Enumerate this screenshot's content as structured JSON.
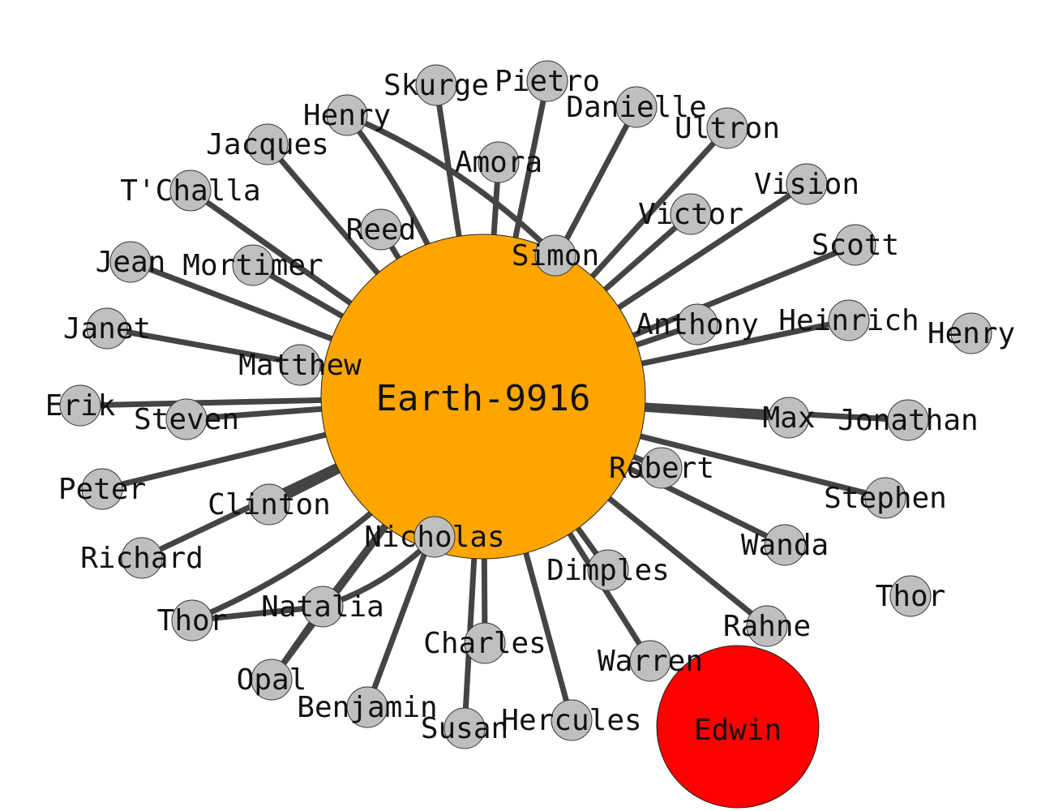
{
  "graph": {
    "hub": {
      "label": "Earth-9916",
      "color": "#FFA500"
    },
    "secondary": {
      "label": "Edwin",
      "color": "#FF0000"
    },
    "node_color": "#BFBFBF",
    "edge_color": "#444444",
    "nodes": [
      "Skurge",
      "Pietro",
      "Henry",
      "Danielle",
      "Ultron",
      "Jacques",
      "Amora",
      "Vision",
      "T'Challa",
      "Victor",
      "Reed",
      "Scott",
      "Jean",
      "Mortimer",
      "Simon",
      "Janet",
      "Anthony",
      "Heinrich",
      "Henry",
      "Matthew",
      "Erik",
      "Steven",
      "Max",
      "Jonathan",
      "Peter",
      "Robert",
      "Clinton",
      "Stephen",
      "Richard",
      "Nicholas",
      "Wanda",
      "Dimples",
      "Thor",
      "Natalia",
      "Thor",
      "Rahne",
      "Charles",
      "Warren",
      "Opal",
      "Benjamin",
      "Susan",
      "Hercules"
    ]
  }
}
